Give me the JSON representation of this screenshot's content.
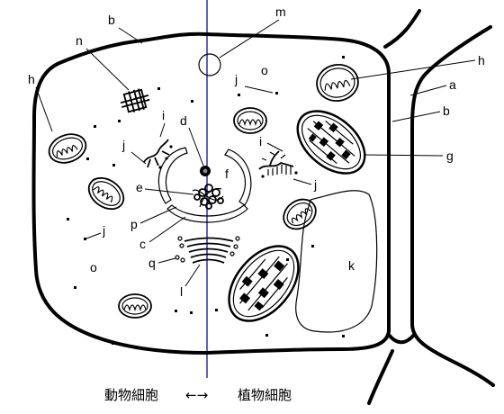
{
  "labels": [
    "b",
    "m",
    "n",
    "o",
    "j",
    "h",
    "h",
    "a",
    "b",
    "i",
    "d",
    "i",
    "f",
    "g",
    "j",
    "j",
    "e",
    "p",
    "c",
    "j",
    "q",
    "o",
    "k",
    "l"
  ],
  "caption": {
    "animal": "動物細胞",
    "arrow": "←→",
    "plant": "植物細胞"
  },
  "colors": {
    "divider": "#2b2bb0",
    "ink": "#000000",
    "background": "#ffffff"
  }
}
